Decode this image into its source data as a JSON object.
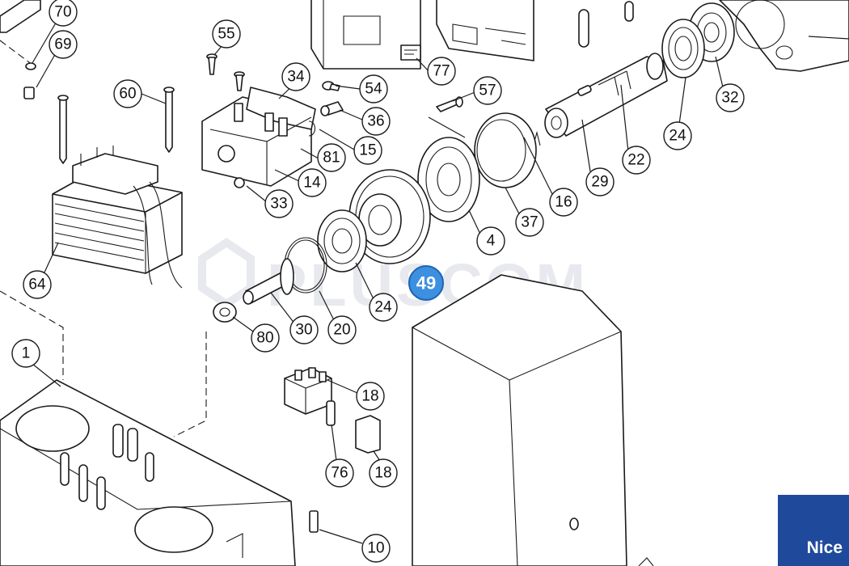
{
  "diagram": {
    "callouts": [
      "70",
      "69",
      "55",
      "34",
      "60",
      "54",
      "36",
      "15",
      "81",
      "14",
      "33",
      "64",
      "77",
      "57",
      "16",
      "37",
      "4",
      "29",
      "22",
      "24",
      "32",
      "24",
      "30",
      "20",
      "24",
      "80",
      "1",
      "18",
      "76",
      "18",
      "10"
    ],
    "highlighted_callout": "49",
    "watermark": "PLUSCOM",
    "brand": "Nice",
    "colors": {
      "line": "#1a1a1a",
      "highlight": "#3d8fe0",
      "brand": "#1f4a9c",
      "watermark": "#e7e9ee"
    }
  }
}
